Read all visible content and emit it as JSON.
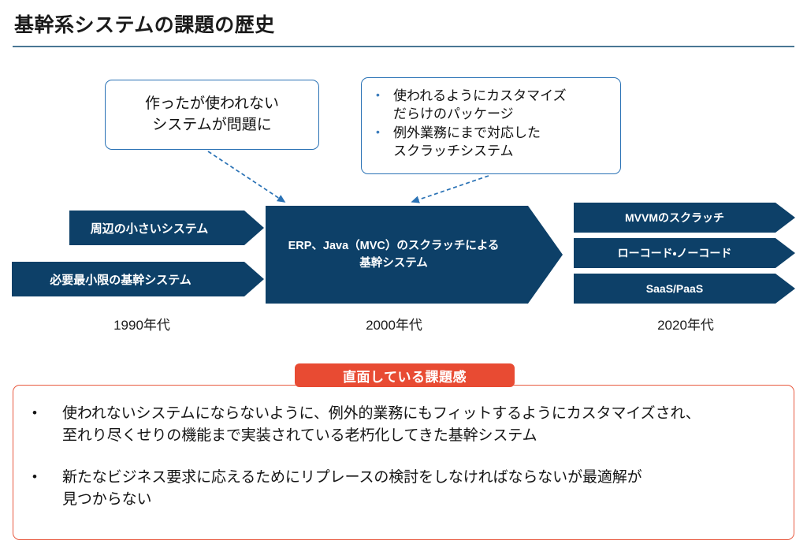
{
  "slide": {
    "title": "基幹系システムの課題の歴史",
    "rule_color": "#4a7794"
  },
  "callouts": [
    {
      "id": "problem-unused",
      "text": "作ったが使われない\nシステムが問題に",
      "border_color": "#2a72b5"
    },
    {
      "id": "customization",
      "bullets": [
        "使われるようにカスタマイズ\nだらけのパッケージ",
        "例外業務にまで対応した\nスクラッチシステム"
      ],
      "border_color": "#2a72b5"
    }
  ],
  "timeline": {
    "chevron_color": "#0d4068",
    "eras": [
      {
        "label": "1990年代"
      },
      {
        "label": "2000年代"
      },
      {
        "label": "2020年代"
      }
    ],
    "era_1990_items": [
      "周辺の小さいシステム",
      "必要最小限の基幹システム"
    ],
    "era_2000_items": [
      "ERP、Java（MVC）のスクラッチによる\n基幹システム"
    ],
    "era_2020_items": [
      "MVVMのスクラッチ",
      "ローコード・ノーコード",
      "SaaS/PaaS"
    ]
  },
  "issues": {
    "badge_label": "直面している課題感",
    "badge_color": "#e84b33",
    "box_border_color": "#e8593f",
    "bullet_glyph": "•",
    "items": [
      "使われないシステムにならないように、例外的業務にもフィットするようにカスタマイズされ、\n至れり尽くせりの機能まで実装されている老朽化してきた基幹システム",
      "新たなビジネス要求に応えるためにリプレースの検討をしなければならないが最適解が\n見つからない"
    ]
  }
}
